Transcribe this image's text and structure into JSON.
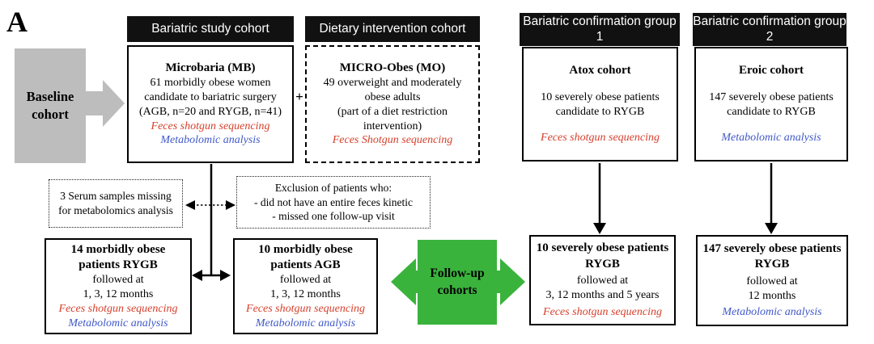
{
  "figure_label": "A",
  "colors": {
    "red": "#d6402c",
    "blue": "#3f58c9",
    "green": "#3ab33c",
    "gray": "#bdbdbd",
    "header_bg": "#111111",
    "border": "#000000"
  },
  "baseline": {
    "label": "Baseline cohort"
  },
  "plus": "+",
  "followup_label": "Follow-up cohorts",
  "cohorts": {
    "bariatric_study": {
      "header": "Bariatric study cohort",
      "title": "Microbaria (MB)",
      "body": "61 morbidly obese women candidate to bariatric surgery (AGB, n=20 and RYGB, n=41)",
      "tag_sequencing": "Feces shotgun sequencing",
      "tag_metabolomic": "Metabolomic analysis"
    },
    "dietary_intervention": {
      "header": "Dietary intervention cohort",
      "title": "MICRO-Obes (MO)",
      "body": "49 overweight and moderately obese adults",
      "body2": "(part of a diet restriction intervention)",
      "tag_sequencing": "Feces Shotgun sequencing"
    },
    "confirmation_group1": {
      "header": "Bariatric confirmation group 1",
      "title": "Atox cohort",
      "body": "10 severely obese patients candidate to RYGB",
      "tag_sequencing": "Feces shotgun sequencing"
    },
    "confirmation_group2": {
      "header": "Bariatric confirmation group 2",
      "title": "Eroic cohort",
      "body": "147 severely obese patients candidate to RYGB",
      "tag_metabolomic": "Metabolomic analysis"
    }
  },
  "notes": {
    "serum_missing": "3 Serum samples missing for metabolomics analysis",
    "exclusion_title": "Exclusion of patients who:",
    "exclusion_items": [
      "- did not have an entire feces kinetic",
      "- missed one follow-up visit"
    ]
  },
  "followup": {
    "mb_rygb": {
      "title": "14 morbidly obese patients RYGB",
      "followed": "followed at",
      "schedule": "1, 3, 12 months",
      "tag_sequencing": "Feces shotgun sequencing",
      "tag_metabolomic": "Metabolomic analysis"
    },
    "mb_agb": {
      "title": "10 morbidly obese patients AGB",
      "followed": "followed at",
      "schedule": "1, 3, 12 months",
      "tag_sequencing": "Feces shotgun sequencing",
      "tag_metabolomic": "Metabolomic analysis"
    },
    "atox_rygb": {
      "title": "10 severely obese patients RYGB",
      "followed": "followed at",
      "schedule": "3, 12 months and 5 years",
      "tag_sequencing": "Feces shotgun sequencing"
    },
    "eroic_rygb": {
      "title": "147 severely obese patients RYGB",
      "followed": "followed at",
      "schedule": "12 months",
      "tag_metabolomic": "Metabolomic analysis"
    }
  }
}
